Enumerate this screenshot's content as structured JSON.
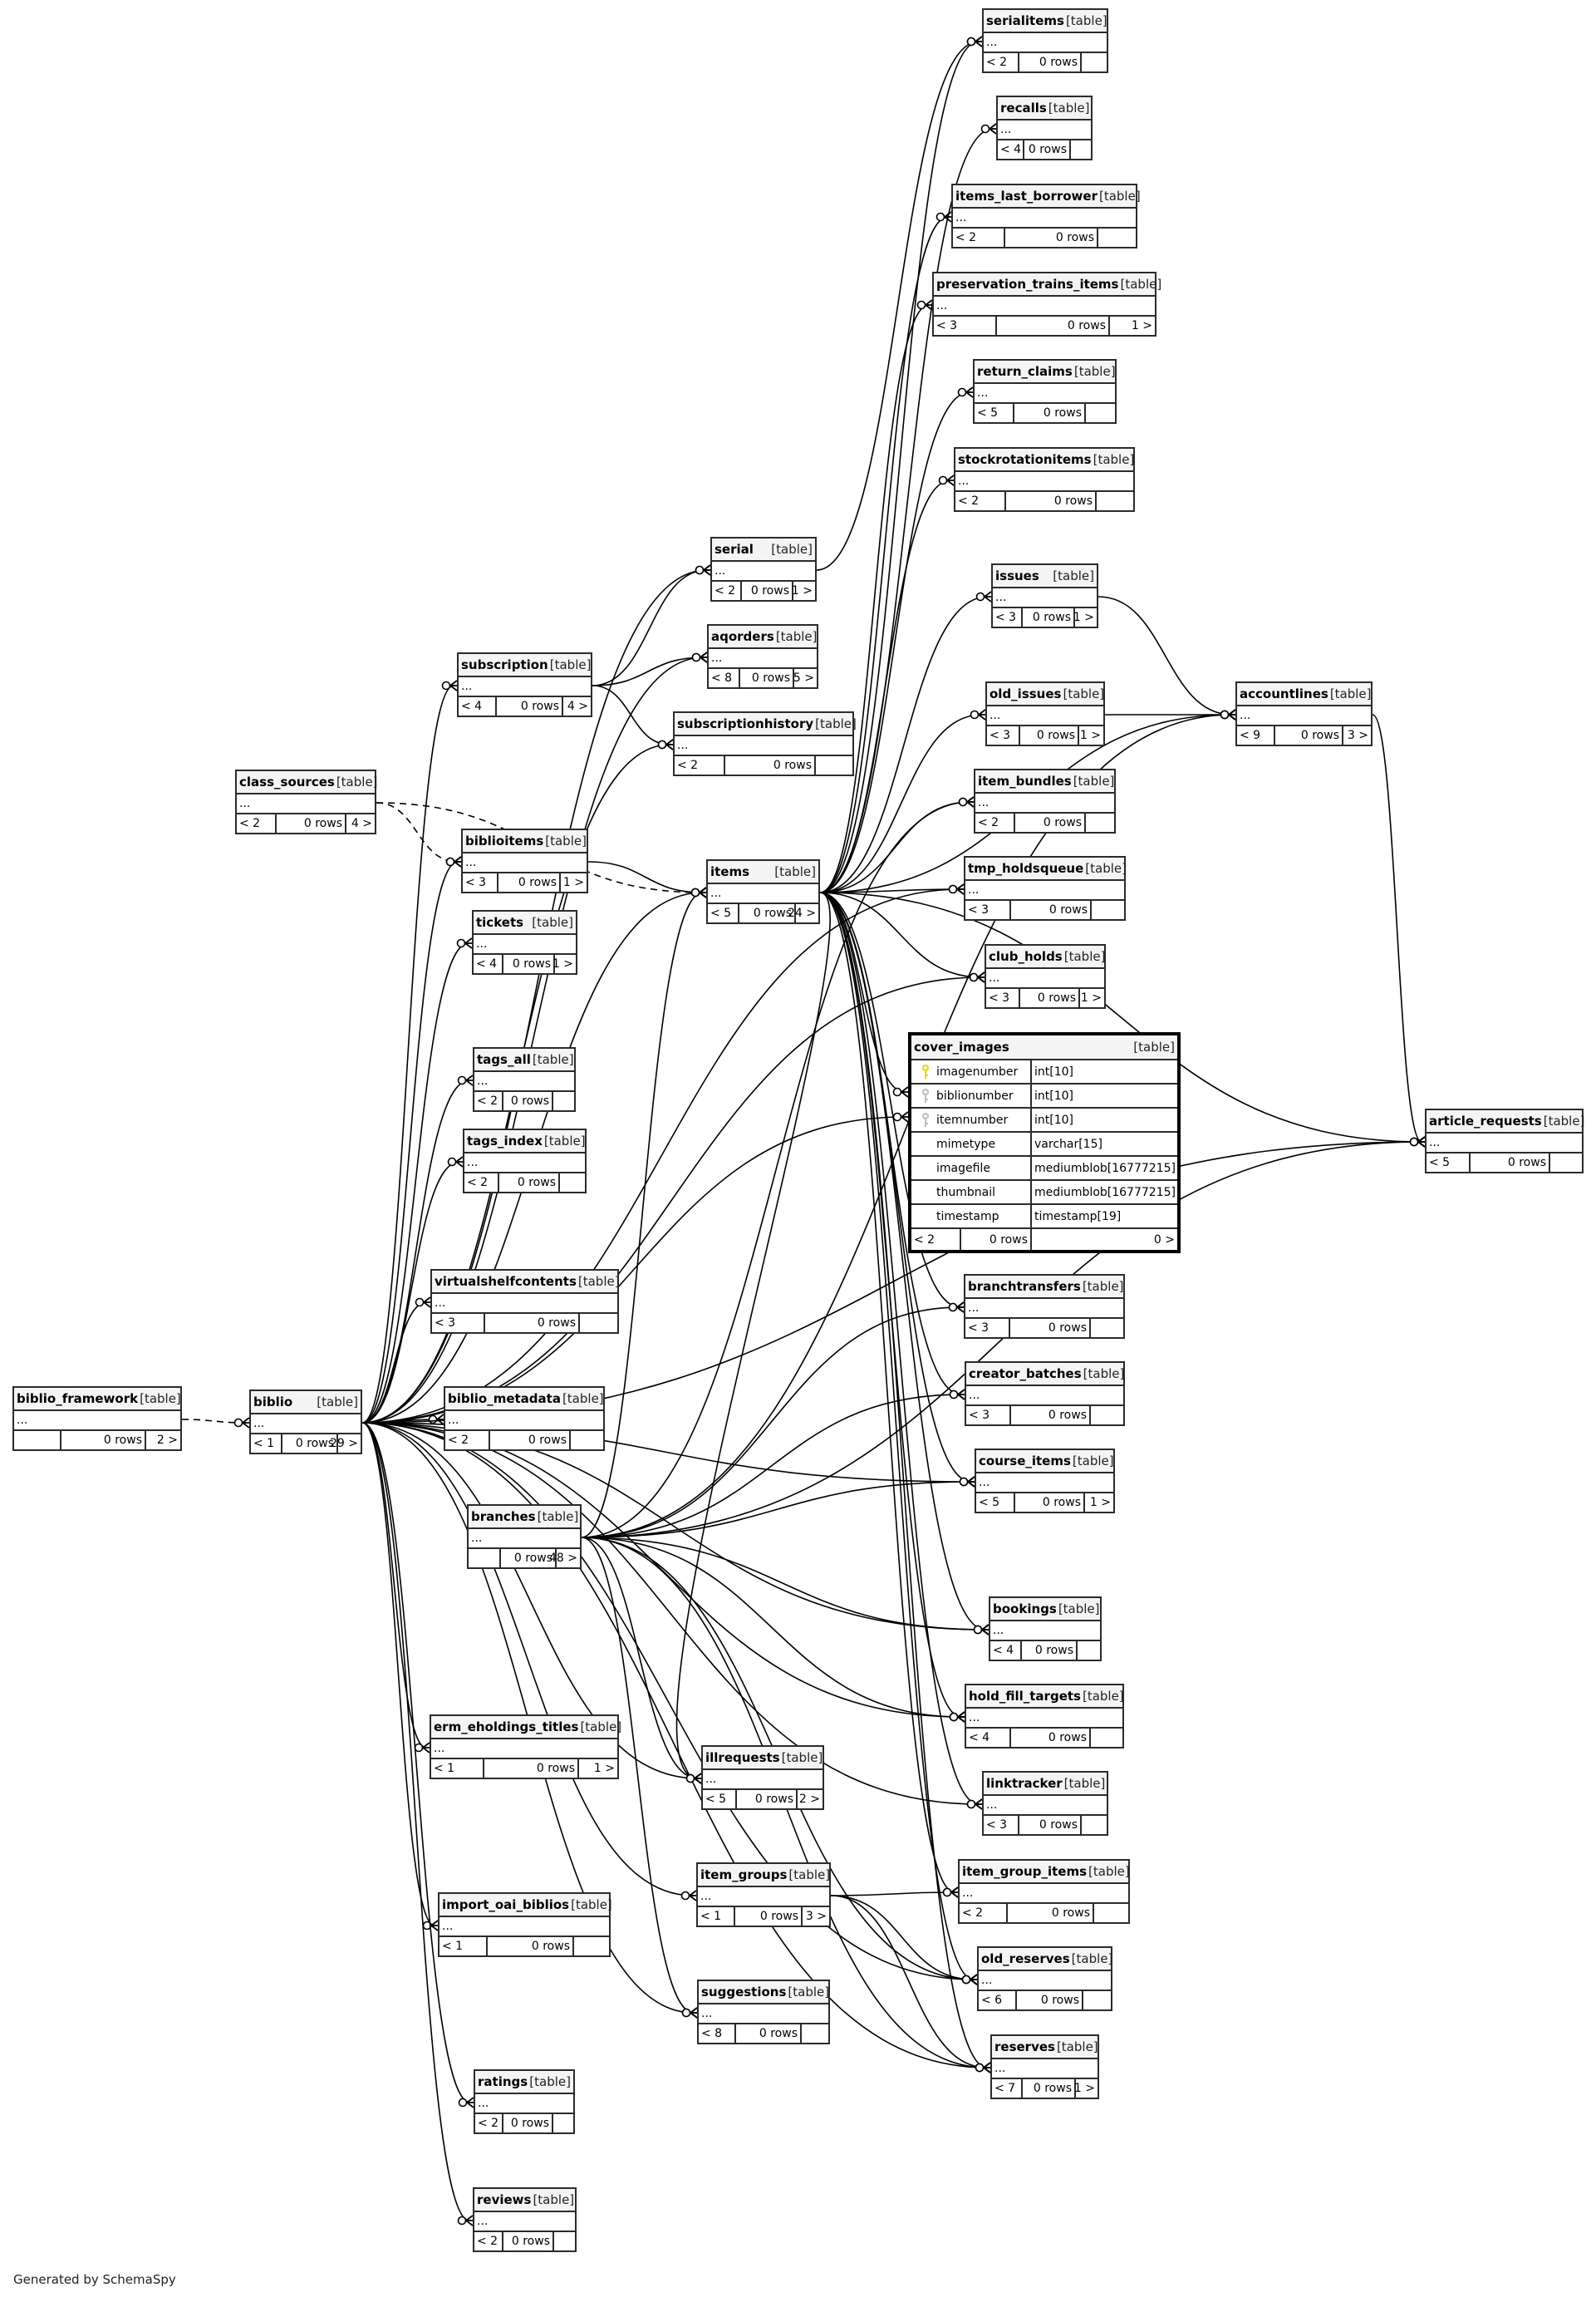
{
  "footer": "Generated by SchemaSpy",
  "kind_label": "[table]",
  "columns_placeholder": "...",
  "colors": {
    "primary_key": "#e6d600",
    "foreign_key": "#bdbdbd",
    "border": "#2b2b2b",
    "header_bg": "#f4f4f4"
  },
  "focus_table": {
    "name": "cover_images",
    "kind": "[table]",
    "columns": [
      {
        "name": "imagenumber",
        "type": "int[10]",
        "key": "primary-key-icon"
      },
      {
        "name": "biblionumber",
        "type": "int[10]",
        "key": "foreign-key-icon"
      },
      {
        "name": "itemnumber",
        "type": "int[10]",
        "key": "foreign-key-icon"
      },
      {
        "name": "mimetype",
        "type": "varchar[15]",
        "key": ""
      },
      {
        "name": "imagefile",
        "type": "mediumblob[16777215]",
        "key": ""
      },
      {
        "name": "thumbnail",
        "type": "mediumblob[16777215]",
        "key": ""
      },
      {
        "name": "timestamp",
        "type": "timestamp[19]",
        "key": ""
      }
    ],
    "parents": "< 2",
    "rows": "0 rows",
    "children": "0 >"
  },
  "tables": [
    {
      "id": "serialitems",
      "name": "serialitems",
      "parents": "< 2",
      "rows": "0 rows",
      "children": ""
    },
    {
      "id": "recalls",
      "name": "recalls",
      "parents": "< 4",
      "rows": "0 rows",
      "children": ""
    },
    {
      "id": "items_last_borrower",
      "name": "items_last_borrower",
      "parents": "< 2",
      "rows": "0 rows",
      "children": ""
    },
    {
      "id": "preservation_trains_items",
      "name": "preservation_trains_items",
      "parents": "< 3",
      "rows": "0 rows",
      "children": "1 >"
    },
    {
      "id": "return_claims",
      "name": "return_claims",
      "parents": "< 5",
      "rows": "0 rows",
      "children": ""
    },
    {
      "id": "stockrotationitems",
      "name": "stockrotationitems",
      "parents": "< 2",
      "rows": "0 rows",
      "children": ""
    },
    {
      "id": "serial",
      "name": "serial",
      "parents": "< 2",
      "rows": "0 rows",
      "children": "1 >"
    },
    {
      "id": "issues",
      "name": "issues",
      "parents": "< 3",
      "rows": "0 rows",
      "children": "1 >"
    },
    {
      "id": "aqorders",
      "name": "aqorders",
      "parents": "< 8",
      "rows": "0 rows",
      "children": "5 >"
    },
    {
      "id": "subscription",
      "name": "subscription",
      "parents": "< 4",
      "rows": "0 rows",
      "children": "4 >"
    },
    {
      "id": "old_issues",
      "name": "old_issues",
      "parents": "< 3",
      "rows": "0 rows",
      "children": "1 >"
    },
    {
      "id": "accountlines",
      "name": "accountlines",
      "parents": "< 9",
      "rows": "0 rows",
      "children": "3 >"
    },
    {
      "id": "subscriptionhistory",
      "name": "subscriptionhistory",
      "parents": "< 2",
      "rows": "0 rows",
      "children": ""
    },
    {
      "id": "class_sources",
      "name": "class_sources",
      "parents": "< 2",
      "rows": "0 rows",
      "children": "4 >"
    },
    {
      "id": "item_bundles",
      "name": "item_bundles",
      "parents": "< 2",
      "rows": "0 rows",
      "children": ""
    },
    {
      "id": "biblioitems",
      "name": "biblioitems",
      "parents": "< 3",
      "rows": "0 rows",
      "children": "1 >"
    },
    {
      "id": "items",
      "name": "items",
      "parents": "< 5",
      "rows": "0 rows",
      "children": "24 >"
    },
    {
      "id": "tmp_holdsqueue",
      "name": "tmp_holdsqueue",
      "parents": "< 3",
      "rows": "0 rows",
      "children": ""
    },
    {
      "id": "tickets",
      "name": "tickets",
      "parents": "< 4",
      "rows": "0 rows",
      "children": "1 >"
    },
    {
      "id": "club_holds",
      "name": "club_holds",
      "parents": "< 3",
      "rows": "0 rows",
      "children": "1 >"
    },
    {
      "id": "tags_all",
      "name": "tags_all",
      "parents": "< 2",
      "rows": "0 rows",
      "children": ""
    },
    {
      "id": "article_requests",
      "name": "article_requests",
      "parents": "< 5",
      "rows": "0 rows",
      "children": ""
    },
    {
      "id": "tags_index",
      "name": "tags_index",
      "parents": "< 2",
      "rows": "0 rows",
      "children": ""
    },
    {
      "id": "virtualshelfcontents",
      "name": "virtualshelfcontents",
      "parents": "< 3",
      "rows": "0 rows",
      "children": ""
    },
    {
      "id": "branchtransfers",
      "name": "branchtransfers",
      "parents": "< 3",
      "rows": "0 rows",
      "children": ""
    },
    {
      "id": "creator_batches",
      "name": "creator_batches",
      "parents": "< 3",
      "rows": "0 rows",
      "children": ""
    },
    {
      "id": "biblio_framework",
      "name": "biblio_framework",
      "parents": "",
      "rows": "0 rows",
      "children": "2 >"
    },
    {
      "id": "biblio",
      "name": "biblio",
      "parents": "< 1",
      "rows": "0 rows",
      "children": "29 >"
    },
    {
      "id": "biblio_metadata",
      "name": "biblio_metadata",
      "parents": "< 2",
      "rows": "0 rows",
      "children": ""
    },
    {
      "id": "course_items",
      "name": "course_items",
      "parents": "< 5",
      "rows": "0 rows",
      "children": "1 >"
    },
    {
      "id": "branches",
      "name": "branches",
      "parents": "",
      "rows": "0 rows",
      "children": "48 >"
    },
    {
      "id": "bookings",
      "name": "bookings",
      "parents": "< 4",
      "rows": "0 rows",
      "children": ""
    },
    {
      "id": "hold_fill_targets",
      "name": "hold_fill_targets",
      "parents": "< 4",
      "rows": "0 rows",
      "children": ""
    },
    {
      "id": "erm_eholdings_titles",
      "name": "erm_eholdings_titles",
      "parents": "< 1",
      "rows": "0 rows",
      "children": "1 >"
    },
    {
      "id": "illrequests",
      "name": "illrequests",
      "parents": "< 5",
      "rows": "0 rows",
      "children": "2 >"
    },
    {
      "id": "linktracker",
      "name": "linktracker",
      "parents": "< 3",
      "rows": "0 rows",
      "children": ""
    },
    {
      "id": "item_groups",
      "name": "item_groups",
      "parents": "< 1",
      "rows": "0 rows",
      "children": "3 >"
    },
    {
      "id": "item_group_items",
      "name": "item_group_items",
      "parents": "< 2",
      "rows": "0 rows",
      "children": ""
    },
    {
      "id": "import_oai_biblios",
      "name": "import_oai_biblios",
      "parents": "< 1",
      "rows": "0 rows",
      "children": ""
    },
    {
      "id": "old_reserves",
      "name": "old_reserves",
      "parents": "< 6",
      "rows": "0 rows",
      "children": ""
    },
    {
      "id": "suggestions",
      "name": "suggestions",
      "parents": "< 8",
      "rows": "0 rows",
      "children": ""
    },
    {
      "id": "reserves",
      "name": "reserves",
      "parents": "< 7",
      "rows": "0 rows",
      "children": "1 >"
    },
    {
      "id": "ratings",
      "name": "ratings",
      "parents": "< 2",
      "rows": "0 rows",
      "children": ""
    },
    {
      "id": "reviews",
      "name": "reviews",
      "parents": "< 2",
      "rows": "0 rows",
      "children": ""
    }
  ],
  "relationships": [
    {
      "from": "biblio_framework",
      "to": "biblio",
      "style": "dashed"
    },
    {
      "from": "class_sources",
      "to": "biblioitems",
      "style": "dashed"
    },
    {
      "from": "class_sources",
      "to": "items",
      "style": "dashed"
    },
    {
      "from": "biblio",
      "to": "serial",
      "style": "solid"
    },
    {
      "from": "biblio",
      "to": "aqorders",
      "style": "solid"
    },
    {
      "from": "biblio",
      "to": "subscription",
      "style": "solid"
    },
    {
      "from": "biblio",
      "to": "subscriptionhistory",
      "style": "solid"
    },
    {
      "from": "biblio",
      "to": "biblioitems",
      "style": "solid"
    },
    {
      "from": "biblio",
      "to": "tickets",
      "style": "solid"
    },
    {
      "from": "biblio",
      "to": "items",
      "style": "solid"
    },
    {
      "from": "biblio",
      "to": "tags_all",
      "style": "solid"
    },
    {
      "from": "biblio",
      "to": "tags_index",
      "style": "solid"
    },
    {
      "from": "biblio",
      "to": "virtualshelfcontents",
      "style": "solid"
    },
    {
      "from": "biblio",
      "to": "biblio_metadata",
      "style": "solid"
    },
    {
      "from": "biblio",
      "to": "cover_images",
      "style": "solid"
    },
    {
      "from": "biblio",
      "to": "course_items",
      "style": "solid"
    },
    {
      "from": "biblio",
      "to": "bookings",
      "style": "solid"
    },
    {
      "from": "biblio",
      "to": "hold_fill_targets",
      "style": "solid"
    },
    {
      "from": "biblio",
      "to": "erm_eholdings_titles",
      "style": "solid"
    },
    {
      "from": "biblio",
      "to": "illrequests",
      "style": "solid"
    },
    {
      "from": "biblio",
      "to": "linktracker",
      "style": "solid"
    },
    {
      "from": "biblio",
      "to": "item_groups",
      "style": "solid"
    },
    {
      "from": "biblio",
      "to": "import_oai_biblios",
      "style": "solid"
    },
    {
      "from": "biblio",
      "to": "suggestions",
      "style": "solid"
    },
    {
      "from": "biblio",
      "to": "old_reserves",
      "style": "solid"
    },
    {
      "from": "biblio",
      "to": "reserves",
      "style": "solid"
    },
    {
      "from": "biblio",
      "to": "ratings",
      "style": "solid"
    },
    {
      "from": "biblio",
      "to": "reviews",
      "style": "solid"
    },
    {
      "from": "biblio",
      "to": "article_requests",
      "style": "solid"
    },
    {
      "from": "biblio",
      "to": "club_holds",
      "style": "solid"
    },
    {
      "from": "biblio",
      "to": "tmp_holdsqueue",
      "style": "solid"
    },
    {
      "from": "biblioitems",
      "to": "items",
      "style": "solid"
    },
    {
      "from": "subscription",
      "to": "serial",
      "style": "solid"
    },
    {
      "from": "subscription",
      "to": "aqorders",
      "style": "solid"
    },
    {
      "from": "subscription",
      "to": "subscriptionhistory",
      "style": "solid"
    },
    {
      "from": "serial",
      "to": "serialitems",
      "style": "solid"
    },
    {
      "from": "items",
      "to": "serialitems",
      "style": "solid"
    },
    {
      "from": "items",
      "to": "recalls",
      "style": "solid"
    },
    {
      "from": "items",
      "to": "items_last_borrower",
      "style": "solid"
    },
    {
      "from": "items",
      "to": "preservation_trains_items",
      "style": "solid"
    },
    {
      "from": "items",
      "to": "return_claims",
      "style": "solid"
    },
    {
      "from": "items",
      "to": "stockrotationitems",
      "style": "solid"
    },
    {
      "from": "items",
      "to": "issues",
      "style": "solid"
    },
    {
      "from": "items",
      "to": "old_issues",
      "style": "solid"
    },
    {
      "from": "items",
      "to": "accountlines",
      "style": "solid"
    },
    {
      "from": "items",
      "to": "item_bundles",
      "style": "solid"
    },
    {
      "from": "items",
      "to": "tmp_holdsqueue",
      "style": "solid"
    },
    {
      "from": "items",
      "to": "club_holds",
      "style": "solid"
    },
    {
      "from": "items",
      "to": "cover_images",
      "style": "solid"
    },
    {
      "from": "items",
      "to": "branchtransfers",
      "style": "solid"
    },
    {
      "from": "items",
      "to": "creator_batches",
      "style": "solid"
    },
    {
      "from": "items",
      "to": "course_items",
      "style": "solid"
    },
    {
      "from": "items",
      "to": "bookings",
      "style": "solid"
    },
    {
      "from": "items",
      "to": "hold_fill_targets",
      "style": "solid"
    },
    {
      "from": "items",
      "to": "linktracker",
      "style": "solid"
    },
    {
      "from": "items",
      "to": "item_group_items",
      "style": "solid"
    },
    {
      "from": "items",
      "to": "old_reserves",
      "style": "solid"
    },
    {
      "from": "items",
      "to": "reserves",
      "style": "solid"
    },
    {
      "from": "items",
      "to": "article_requests",
      "style": "solid"
    },
    {
      "from": "items",
      "to": "illrequests",
      "style": "solid"
    },
    {
      "from": "issues",
      "to": "accountlines",
      "style": "solid"
    },
    {
      "from": "old_issues",
      "to": "accountlines",
      "style": "solid"
    },
    {
      "from": "accountlines",
      "to": "article_requests",
      "style": "solid"
    },
    {
      "from": "branches",
      "to": "items",
      "style": "solid"
    },
    {
      "from": "branches",
      "to": "item_bundles",
      "style": "solid"
    },
    {
      "from": "branches",
      "to": "branchtransfers",
      "style": "solid"
    },
    {
      "from": "branches",
      "to": "creator_batches",
      "style": "solid"
    },
    {
      "from": "branches",
      "to": "course_items",
      "style": "solid"
    },
    {
      "from": "branches",
      "to": "bookings",
      "style": "solid"
    },
    {
      "from": "branches",
      "to": "hold_fill_targets",
      "style": "solid"
    },
    {
      "from": "branches",
      "to": "accountlines",
      "style": "solid"
    },
    {
      "from": "branches",
      "to": "article_requests",
      "style": "solid"
    },
    {
      "from": "branches",
      "to": "old_reserves",
      "style": "solid"
    },
    {
      "from": "branches",
      "to": "reserves",
      "style": "solid"
    },
    {
      "from": "branches",
      "to": "illrequests",
      "style": "solid"
    },
    {
      "from": "branches",
      "to": "suggestions",
      "style": "solid"
    },
    {
      "from": "item_groups",
      "to": "item_group_items",
      "style": "solid"
    },
    {
      "from": "item_groups",
      "to": "old_reserves",
      "style": "solid"
    },
    {
      "from": "item_groups",
      "to": "reserves",
      "style": "solid"
    }
  ]
}
